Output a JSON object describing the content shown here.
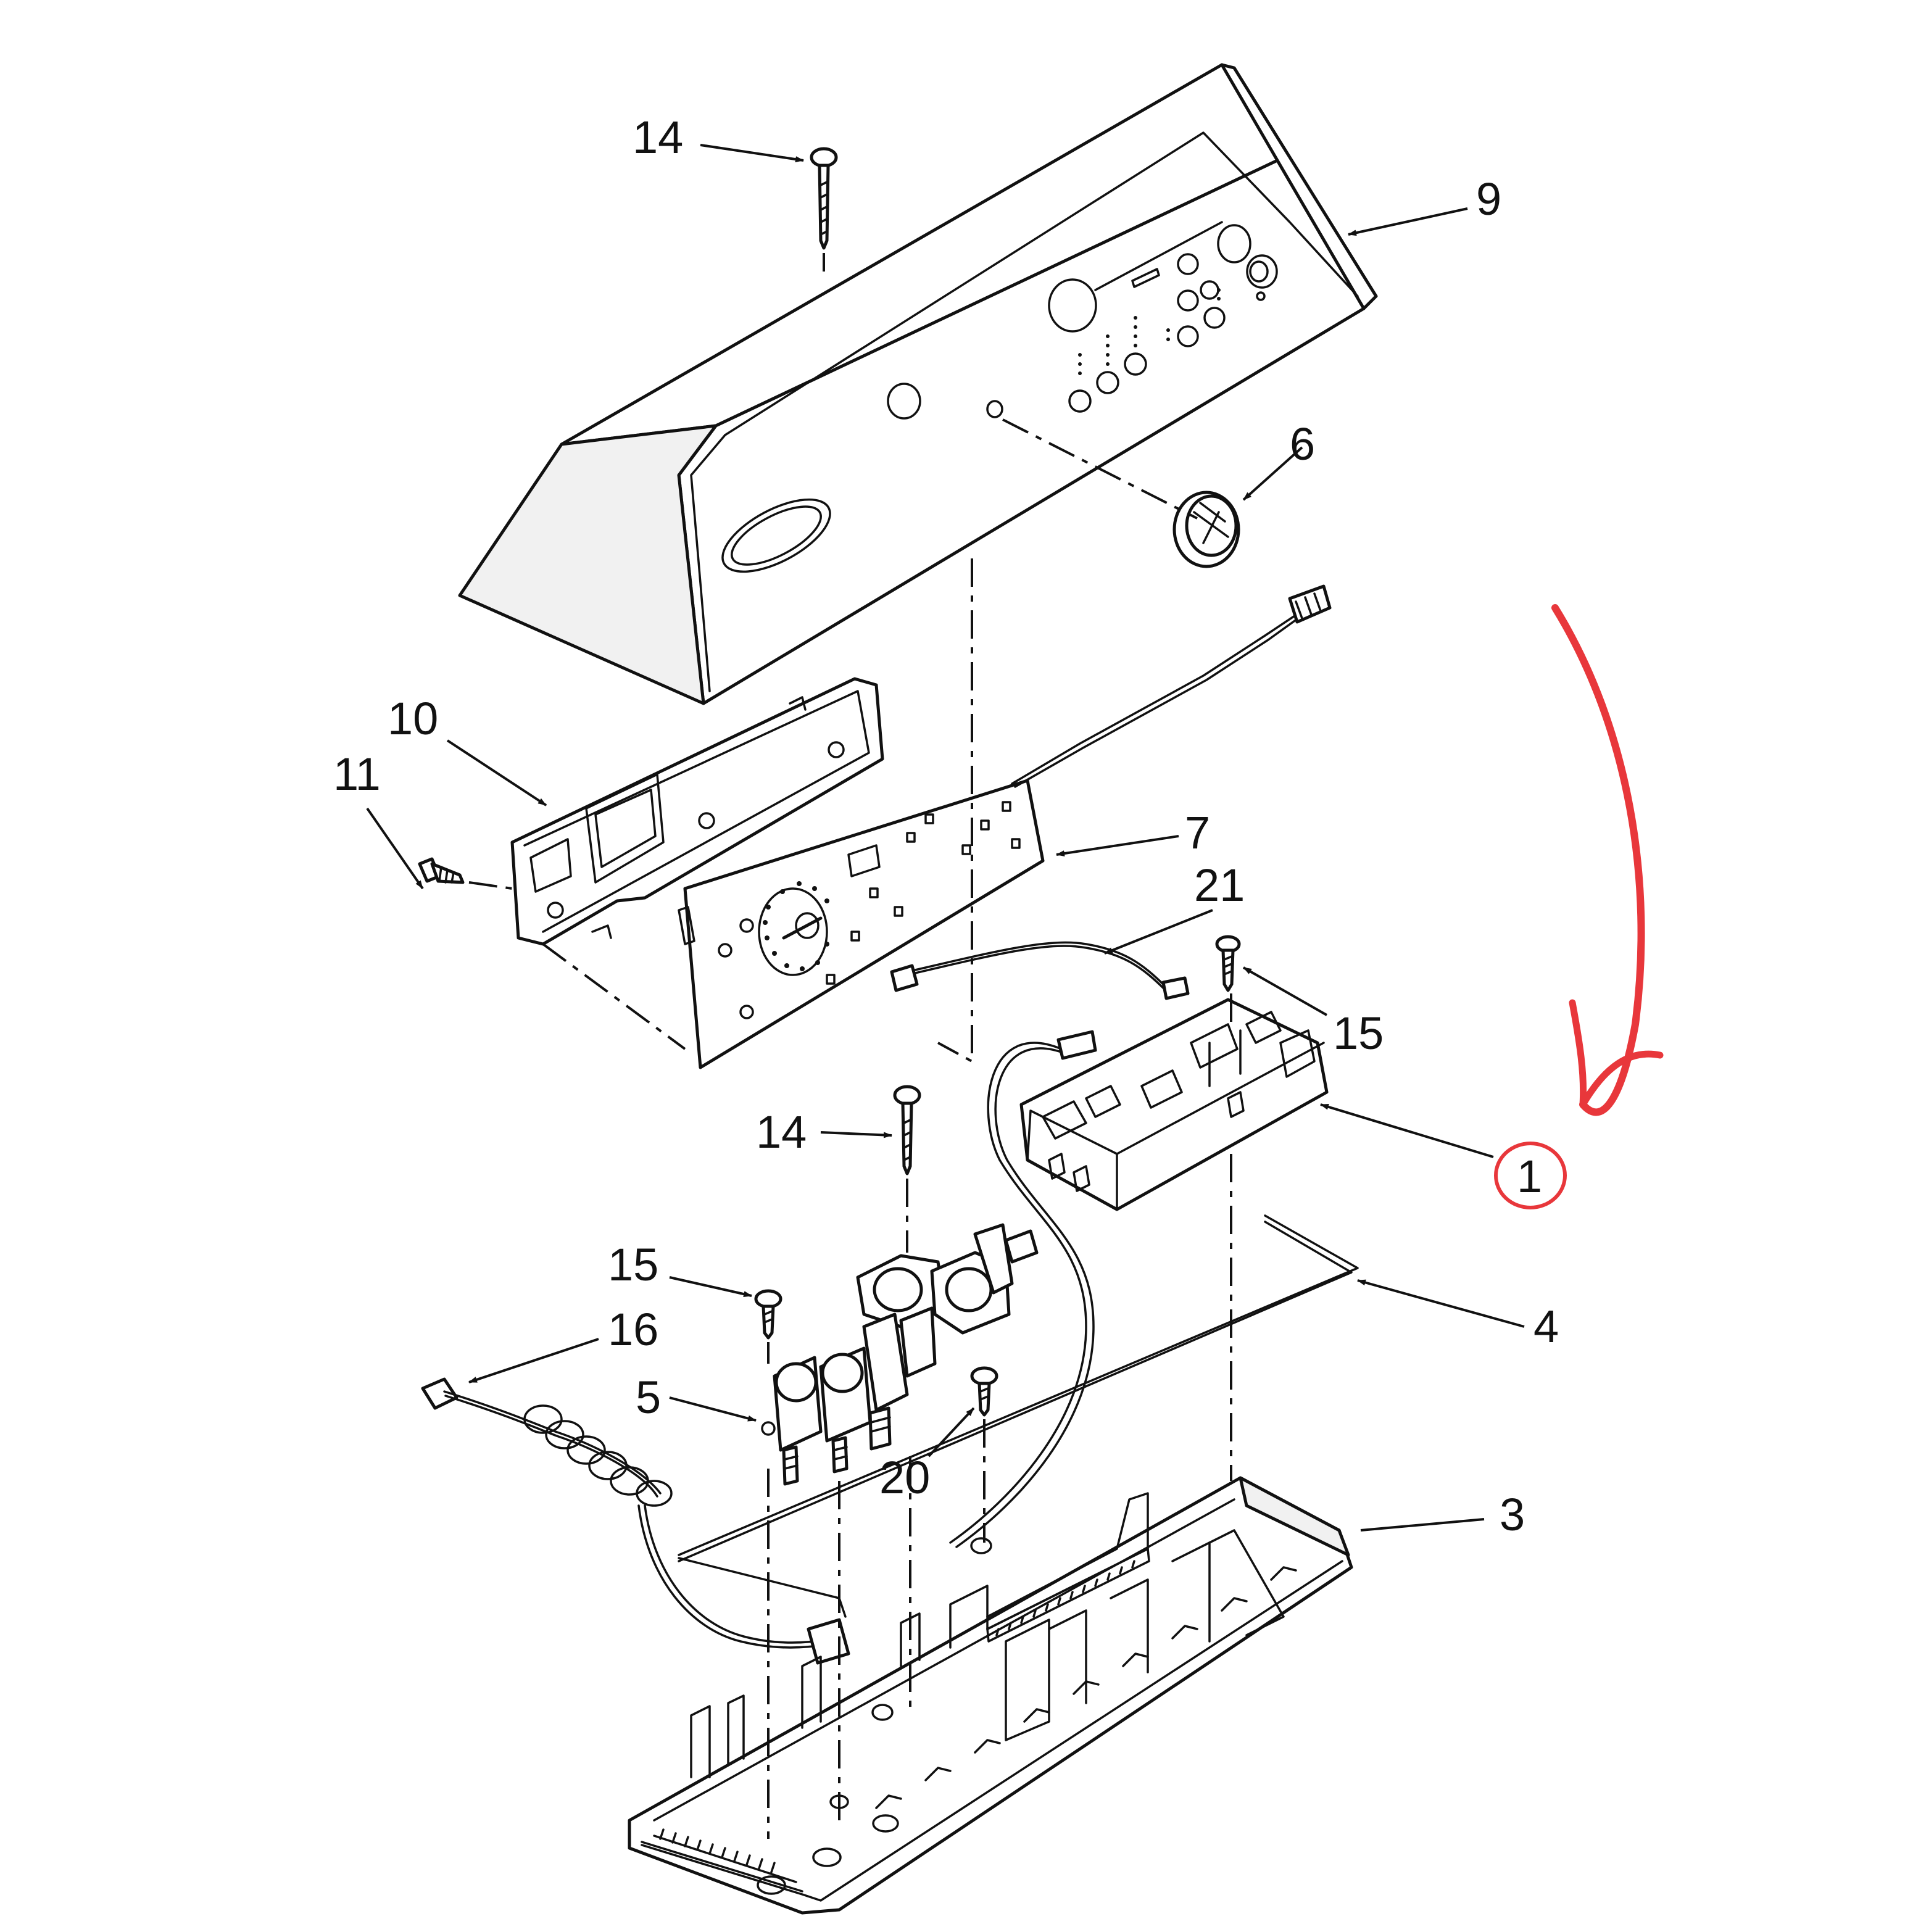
{
  "diagram": {
    "highlight_color": "#e8373b",
    "parts": [
      {
        "id": "1",
        "highlighted": true
      },
      {
        "id": "3"
      },
      {
        "id": "4"
      },
      {
        "id": "5"
      },
      {
        "id": "6"
      },
      {
        "id": "7"
      },
      {
        "id": "9"
      },
      {
        "id": "10"
      },
      {
        "id": "11"
      },
      {
        "id": "14a",
        "label": "14"
      },
      {
        "id": "14b",
        "label": "14"
      },
      {
        "id": "15a",
        "label": "15"
      },
      {
        "id": "15b",
        "label": "15"
      },
      {
        "id": "16"
      },
      {
        "id": "20"
      },
      {
        "id": "21"
      }
    ],
    "labels": {
      "p1": "1",
      "p3": "3",
      "p4": "4",
      "p5": "5",
      "p6": "6",
      "p7": "7",
      "p9": "9",
      "p10": "10",
      "p11": "11",
      "p14_top": "14",
      "p14_mid": "14",
      "p15_right": "15",
      "p15_left": "15",
      "p16": "16",
      "p20": "20",
      "p21": "21"
    }
  }
}
